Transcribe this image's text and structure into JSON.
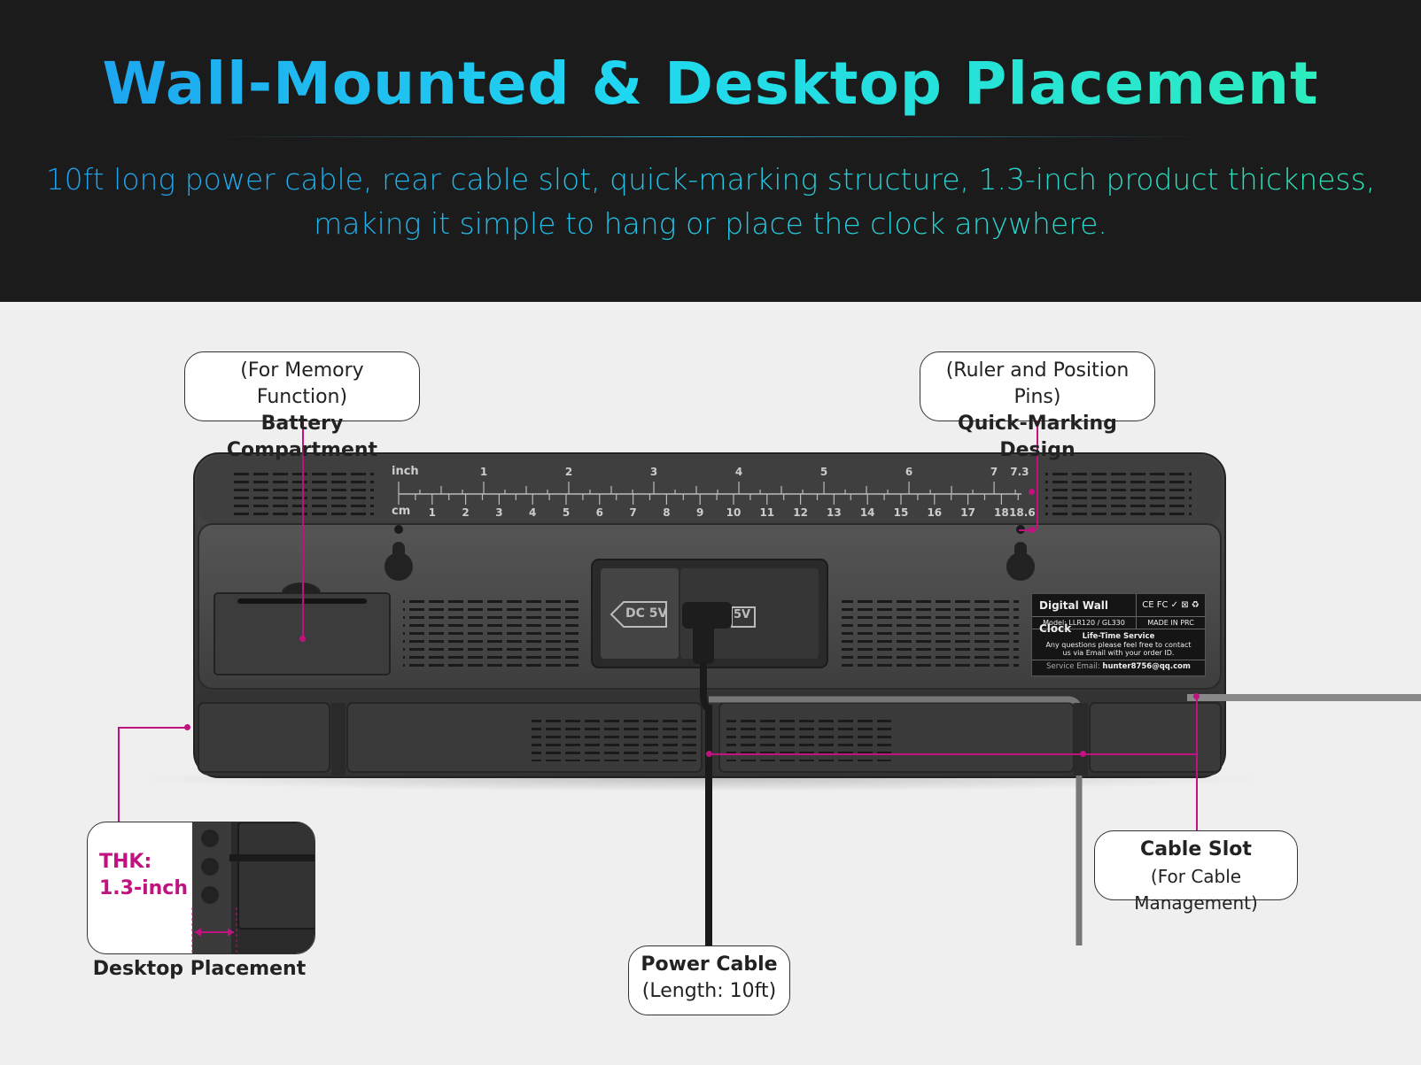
{
  "header": {
    "title": "Wall-Mounted & Desktop Placement",
    "subtitle_line1": "10ft long power cable, rear cable slot, quick-marking structure, 1.3-inch product thickness,",
    "subtitle_line2": "making it simple to hang or place the clock anywhere."
  },
  "callouts": {
    "battery": {
      "sub": "(For Memory Function)",
      "main": "Battery Compartment"
    },
    "marking": {
      "sub": "(Ruler and Position Pins)",
      "main": "Quick-Marking Design"
    },
    "cable_slot": {
      "main": "Cable Slot",
      "sub": "(For Cable Management)"
    },
    "power_cable": {
      "main": "Power Cable",
      "sub": "(Length: 10ft)"
    }
  },
  "thickness": {
    "line1": "THK:",
    "line2": "1.3-inch",
    "caption": "Desktop Placement"
  },
  "ruler": {
    "inch_label": "inch",
    "cm_label": "cm",
    "inch_ticks": [
      "1",
      "2",
      "3",
      "4",
      "5",
      "6",
      "7",
      "7.3"
    ],
    "cm_ticks": [
      "1",
      "2",
      "3",
      "4",
      "5",
      "6",
      "7",
      "8",
      "9",
      "10",
      "11",
      "12",
      "13",
      "14",
      "15",
      "16",
      "17",
      "18",
      "18.6"
    ]
  },
  "port": {
    "label_left": "DC 5V",
    "label_right": "5V"
  },
  "product_label": {
    "name": "Digital Wall Clock",
    "certs": "CE FC ✓ ⊠ ♻",
    "model": "Model: LLR120 / GL330",
    "origin": "MADE IN PRC",
    "service_title": "Life-Time Service",
    "service_line1": "Any questions please feel free to contact",
    "service_line2": "us via Email with your order ID.",
    "email_label": "Service Email:",
    "email": "hunter8756@qq.com"
  },
  "colors": {
    "accent": "#c0137f",
    "device": "#3a3a3a",
    "header_bg": "#1b1b1b",
    "title_gradient_start": "#1e9df0",
    "title_gradient_end": "#2ef0b8"
  }
}
